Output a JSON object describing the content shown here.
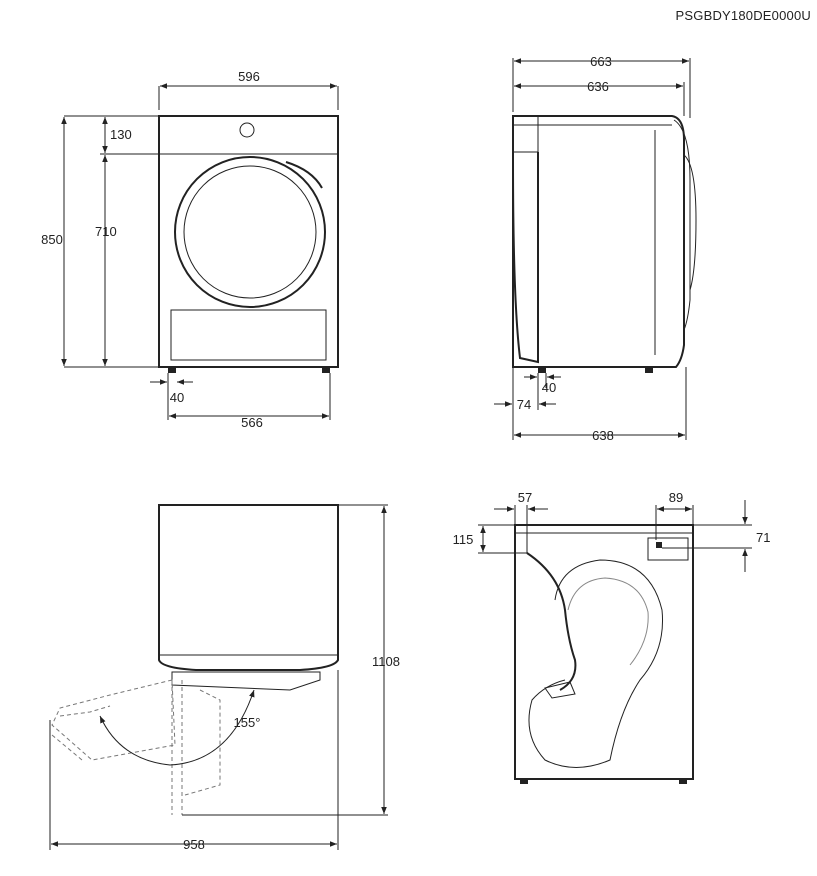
{
  "model_code": "PSGBDY180DE0000U",
  "front_view": {
    "width": "596",
    "top_panel": "130",
    "door_height": "710",
    "total_height": "850",
    "foot_offset": "40",
    "foot_span": "566"
  },
  "side_view": {
    "total_depth": "663",
    "body_depth": "636",
    "foot_offset": "40",
    "rear_offset": "74",
    "floor_depth": "638"
  },
  "door_open_view": {
    "open_height": "1108",
    "open_angle": "155°",
    "open_depth": "958"
  },
  "rear_view": {
    "hose_left": "57",
    "hose_right": "89",
    "hose_drop": "115",
    "outlet_drop": "71"
  }
}
